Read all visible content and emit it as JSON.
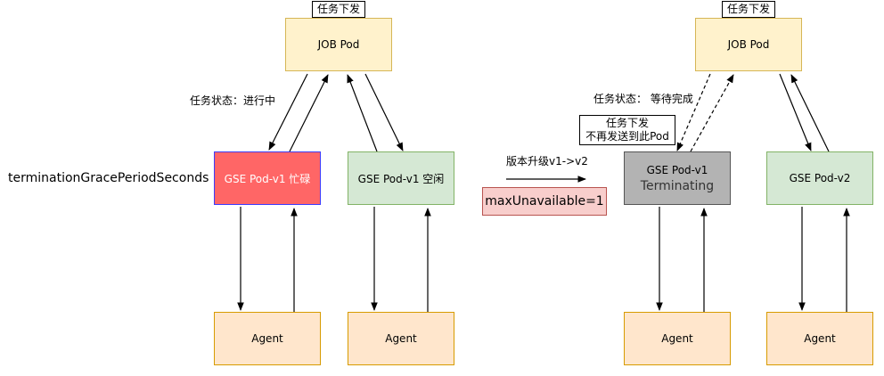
{
  "left": {
    "task_note": "任务下发",
    "job_pod": "JOB Pod",
    "task_state": "任务状态：进行中",
    "grace_label": "terminationGracePeriodSeconds",
    "pod_busy": "GSE Pod-v1 忙碌",
    "pod_idle": "GSE Pod-v1 空闲",
    "agent_1": "Agent",
    "agent_2": "Agent"
  },
  "middle": {
    "upgrade_label": "版本升级v1->v2",
    "max_unavailable": "maxUnavailable=1"
  },
  "right": {
    "task_note": "任务下发",
    "job_pod": "JOB Pod",
    "task_state": "任务状态： 等待完成",
    "no_dispatch_line1": "任务下发",
    "no_dispatch_line2": "不再发送到此Pod",
    "pod_terminating_title": "GSE Pod-v1",
    "pod_terminating_sub": "Terminating",
    "pod_v2": "GSE Pod-v2",
    "agent_1": "Agent",
    "agent_2": "Agent"
  },
  "colors": {
    "job": "#fff2cc",
    "agent": "#ffe6cc",
    "pod_green": "#d5e8d4",
    "pod_busy": "#ff6666",
    "pod_terminating": "#b3b3b3",
    "max_unavailable": "#f8cecc"
  }
}
